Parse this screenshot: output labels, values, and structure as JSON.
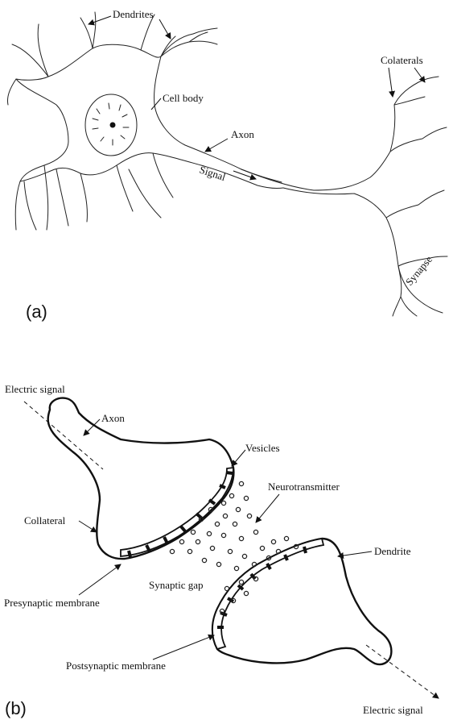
{
  "panel_a": {
    "tag": "(a)",
    "labels": {
      "dendrites": "Dendrites",
      "cell_body": "Cell body",
      "axon": "Axon",
      "signal": "Signal",
      "colaterals": "Colaterals",
      "synapse": "Synapse"
    }
  },
  "panel_b": {
    "tag": "(b)",
    "labels": {
      "electric_signal_in": "Electric signal",
      "axon": "Axon",
      "vesicles": "Vesicles",
      "neurotransmitter": "Neurotransmitter",
      "collateral": "Collateral",
      "dendrite": "Dendrite",
      "synaptic_gap": "Synaptic gap",
      "presynaptic_membrane": "Presynaptic membrane",
      "postsynaptic_membrane": "Postsynaptic membrane",
      "electric_signal_out": "Electric signal"
    }
  }
}
